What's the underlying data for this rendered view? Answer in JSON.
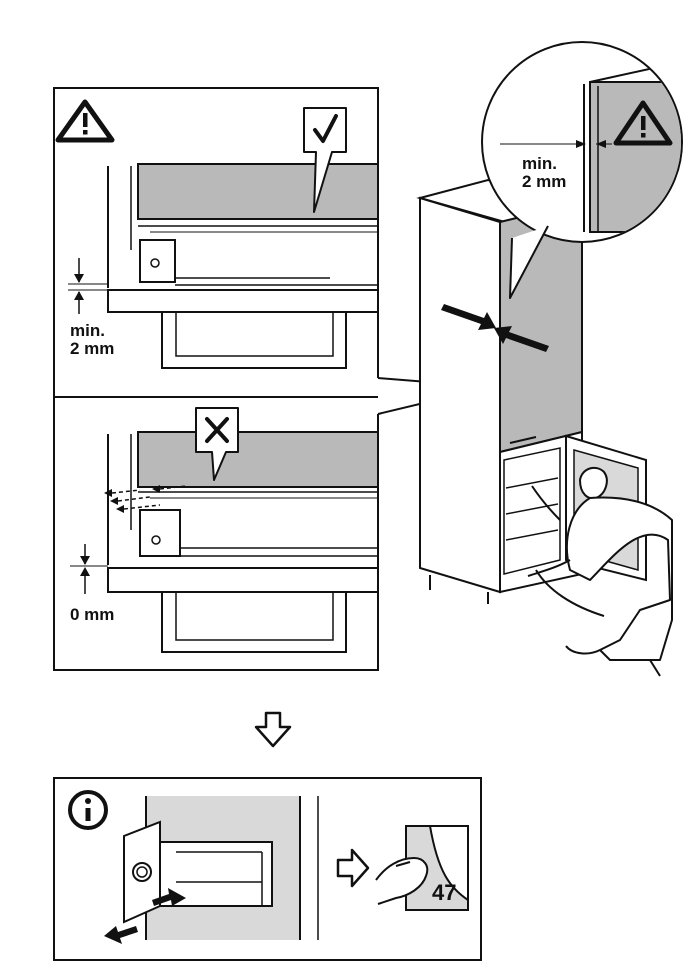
{
  "labels": {
    "top_clearance_line1": "min.",
    "top_clearance_line2": "2 mm",
    "bottom_clearance": "0 mm",
    "circle_clearance_line1": "min.",
    "circle_clearance_line2": "2 mm",
    "page_reference": "47"
  },
  "icons": {
    "warning": "warning-triangle-icon",
    "check": "check-icon",
    "wrong": "cross-icon",
    "info": "info-icon",
    "next_step": "down-arrow-icon",
    "go_to_page": "right-arrow-icon"
  },
  "colors": {
    "panel_gray": "#b9b9b9",
    "light_gray": "#d9d9d9",
    "line": "#111111"
  }
}
